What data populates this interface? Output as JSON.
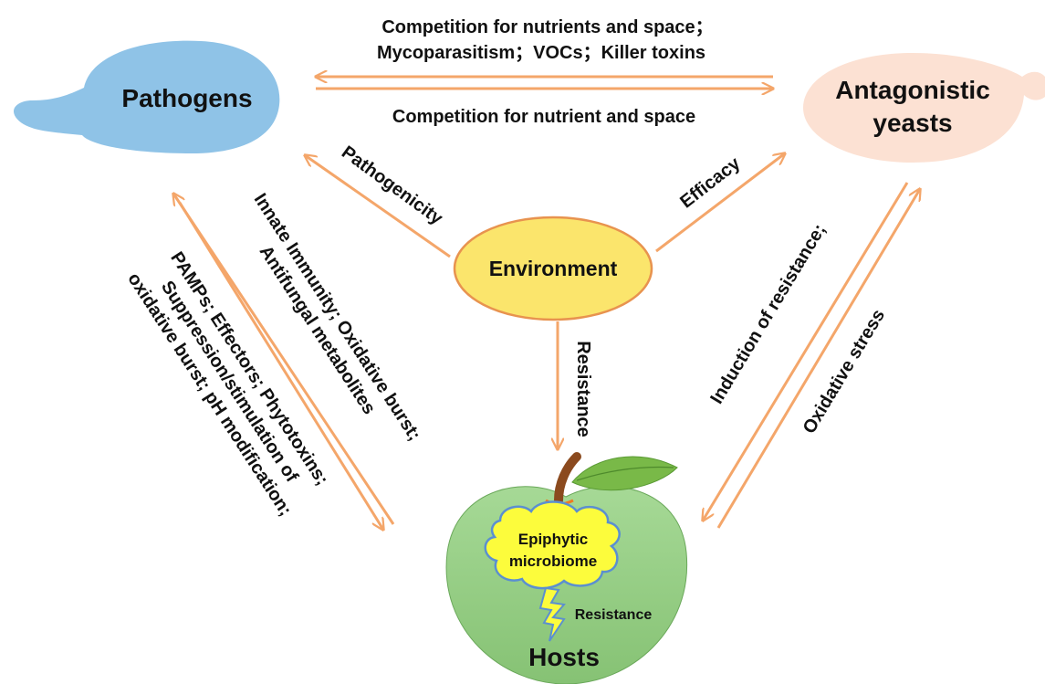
{
  "nodes": {
    "pathogens": "Pathogens",
    "yeasts_line1": "Antagonistic",
    "yeasts_line2": "yeasts",
    "environment": "Environment",
    "hosts": "Hosts",
    "microbiome_line1": "Epiphytic",
    "microbiome_line2": "microbiome"
  },
  "edges": {
    "yeasts_to_pathogens_line1": "Competition for nutrients and space；",
    "yeasts_to_pathogens_line2": "Mycoparasitism；VOCs；Killer toxins",
    "pathogens_to_yeasts": "Competition for nutrient and space",
    "env_pathogenicity": "Pathogenicity",
    "env_efficacy": "Efficacy",
    "env_resistance": "Resistance",
    "microbiome_resistance": "Resistance",
    "hosts_to_pathogens_line1": "Innate Immunity; Oxidative burst;",
    "hosts_to_pathogens_line2": "Antifungal metabolites",
    "pathogens_to_hosts_line1": "PAMPs; Effectors; Phytotoxins;",
    "pathogens_to_hosts_line2": "Suppression/stimulation of",
    "pathogens_to_hosts_line3": "oxidative burst; pH modification;",
    "yeasts_to_hosts": "Induction of resistance;",
    "hosts_to_yeasts": "Oxidative stress"
  },
  "colors": {
    "arrow": "#f4a66a",
    "pathogens_fill": "#8fc3e7",
    "yeasts_fill": "#fce1d3",
    "environment_fill": "#fbe56c",
    "environment_stroke": "#e8934f",
    "apple_fill": "#93cd84",
    "leaf_fill": "#79b948",
    "stem": "#8b4a1e",
    "cloud_fill": "#fcfc3c",
    "cloud_stroke": "#5b8fd0"
  },
  "icons": [
    "apple-icon",
    "leaf-icon",
    "lightning-bolt-icon",
    "cloud-icon"
  ]
}
